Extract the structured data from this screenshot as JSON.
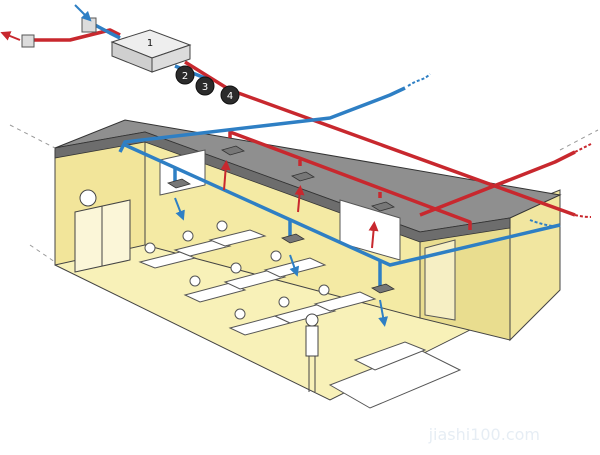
{
  "diagram": {
    "units": [
      {
        "id": "unit-1",
        "label": "1"
      },
      {
        "id": "unit-2",
        "label": "2"
      },
      {
        "id": "unit-3",
        "label": "3"
      },
      {
        "id": "unit-4",
        "label": "4"
      }
    ],
    "colors": {
      "supply_duct": "#2e7fc4",
      "exhaust_duct": "#c8282e",
      "wall_yellow": "#f4eaa4",
      "floor_yellow": "#f8f1b8",
      "roof_gray": "#8f8f8f",
      "ahu_box": "#dcdcdc",
      "fan_dark": "#2b2b2b"
    },
    "icons": [
      "supply-arrow-icon",
      "exhaust-arrow-icon",
      "fresh-air-inlet-icon",
      "exhaust-outlet-icon"
    ],
    "watermark": "jiashi100.com"
  }
}
